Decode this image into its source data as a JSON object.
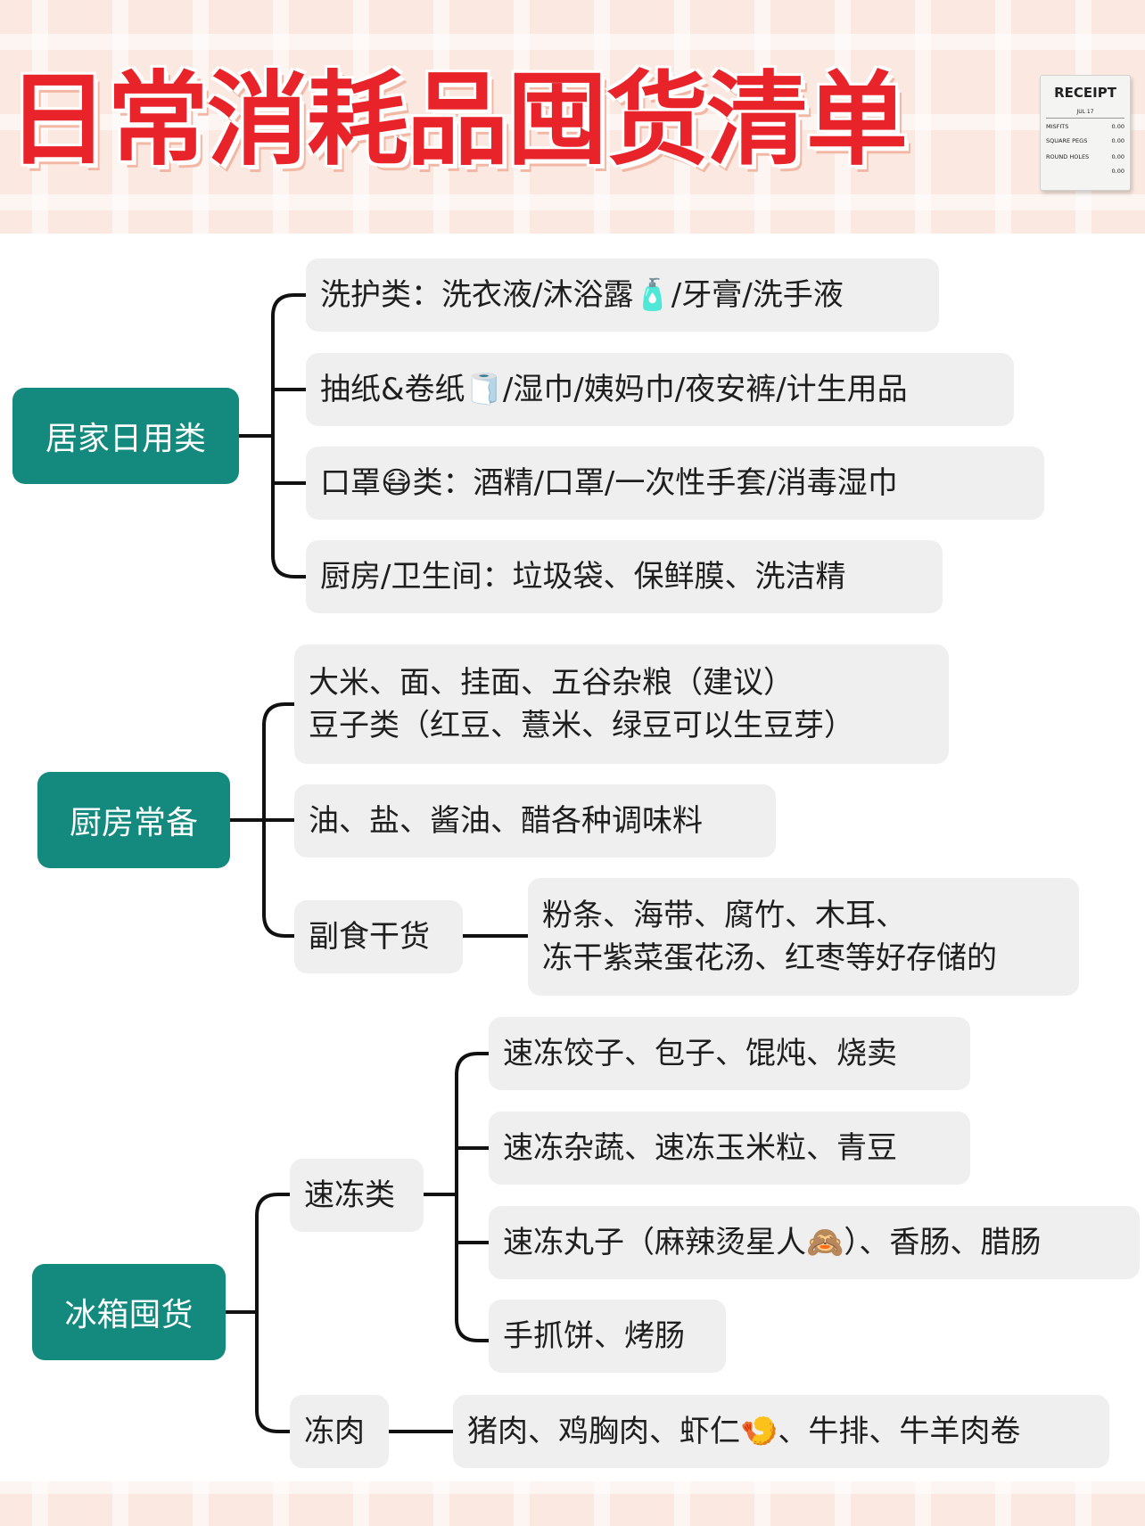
{
  "title": "日常消耗品囤货清单",
  "receipt": {
    "heading": "RECEIPT",
    "date": "JUL 17",
    "rows": [
      {
        "label": "MISFITS",
        "value": "0.00"
      },
      {
        "label": "SQUARE PEGS",
        "value": "0.00"
      },
      {
        "label": "ROUND HOLES",
        "value": "0.00"
      },
      {
        "label": "",
        "value": "0.00"
      }
    ]
  },
  "groups": [
    {
      "label": "居家日用类",
      "items": [
        "洗护类：洗衣液/沐浴露🧴/牙膏/洗手液",
        "抽纸&卷纸🧻/湿巾/姨妈巾/夜安裤/计生用品",
        "口罩😷类：酒精/口罩/一次性手套/消毒湿巾",
        "厨房/卫生间：垃圾袋、保鲜膜、洗洁精"
      ]
    },
    {
      "label": "厨房常备",
      "items": [
        {
          "lines": [
            "大米、面、挂面、五谷杂粮（建议）",
            "豆子类（红豆、薏米、绿豆可以生豆芽）"
          ]
        },
        "油、盐、酱油、醋各种调味料",
        {
          "label": "副食干货",
          "detail": [
            "粉条、海带、腐竹、木耳、",
            "冻干紫菜蛋花汤、红枣等好存储的"
          ]
        }
      ]
    },
    {
      "label": "冰箱囤货",
      "items": [
        {
          "label": "速冻类",
          "children": [
            "速冻饺子、包子、馄炖、烧卖",
            "速冻杂蔬、速冻玉米粒、青豆",
            "速冻丸子（麻辣烫星人🙈）、香肠、腊肠",
            "手抓饼、烤肠"
          ]
        },
        {
          "label": "冻肉",
          "detail": "猪肉、鸡胸肉、虾仁🍤、牛排、牛羊肉卷"
        }
      ]
    }
  ],
  "colors": {
    "title": "#e8232a",
    "root_box": "#138a7d",
    "node_box": "#efefef",
    "connector": "#111111",
    "background": "#fbe9e1"
  }
}
